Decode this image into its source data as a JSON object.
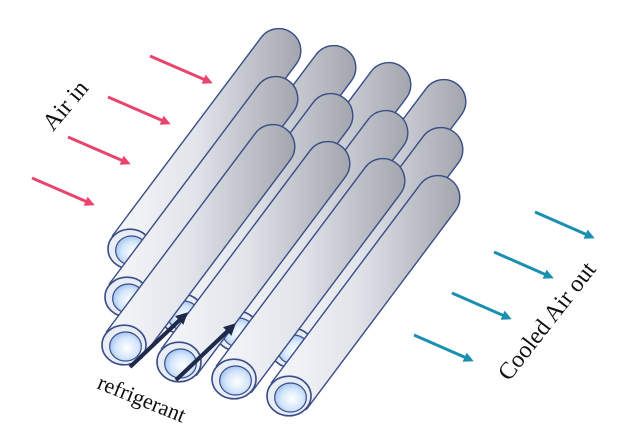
{
  "labels": {
    "air_in": "Air in",
    "cooled_air_out": "Cooled Air out",
    "refrigerant": "refrigerant"
  },
  "colors": {
    "air_in_arrow": "#e8446e",
    "cooled_air_arrow": "#1a8fb0",
    "refrigerant_arrow": "#1f2a4a",
    "tube_outline": "#3a4d86",
    "tube_inner": "#9ec3ef"
  },
  "tube_count": 12,
  "tube_grid": {
    "columns": 4,
    "rows": 3
  },
  "icons": [
    "arrow-right-icon",
    "arrow-up-right-icon"
  ]
}
